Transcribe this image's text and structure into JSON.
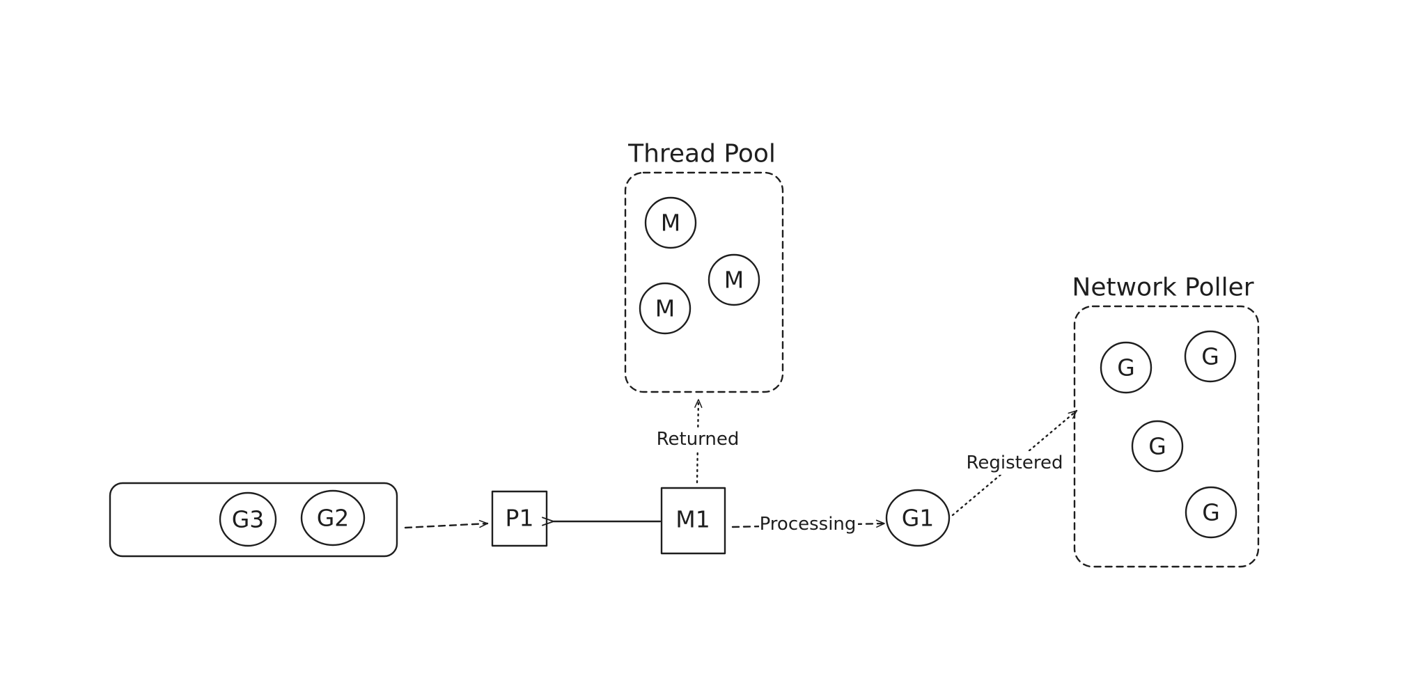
{
  "thread_pool": {
    "title": "Thread Pool",
    "threads": [
      "M",
      "M",
      "M"
    ]
  },
  "network_poller": {
    "title": "Network Poller",
    "goroutines": [
      "G",
      "G",
      "G",
      "G"
    ]
  },
  "run_queue": {
    "goroutines": [
      "G3",
      "G2"
    ]
  },
  "processor": {
    "label": "P1"
  },
  "machine": {
    "label": "M1"
  },
  "current_goroutine": {
    "label": "G1"
  },
  "edges": {
    "returned": "Returned",
    "processing": "Processing",
    "registered": "Registered"
  },
  "colors": {
    "ink": "#1e1e1e",
    "background": "#ffffff"
  }
}
